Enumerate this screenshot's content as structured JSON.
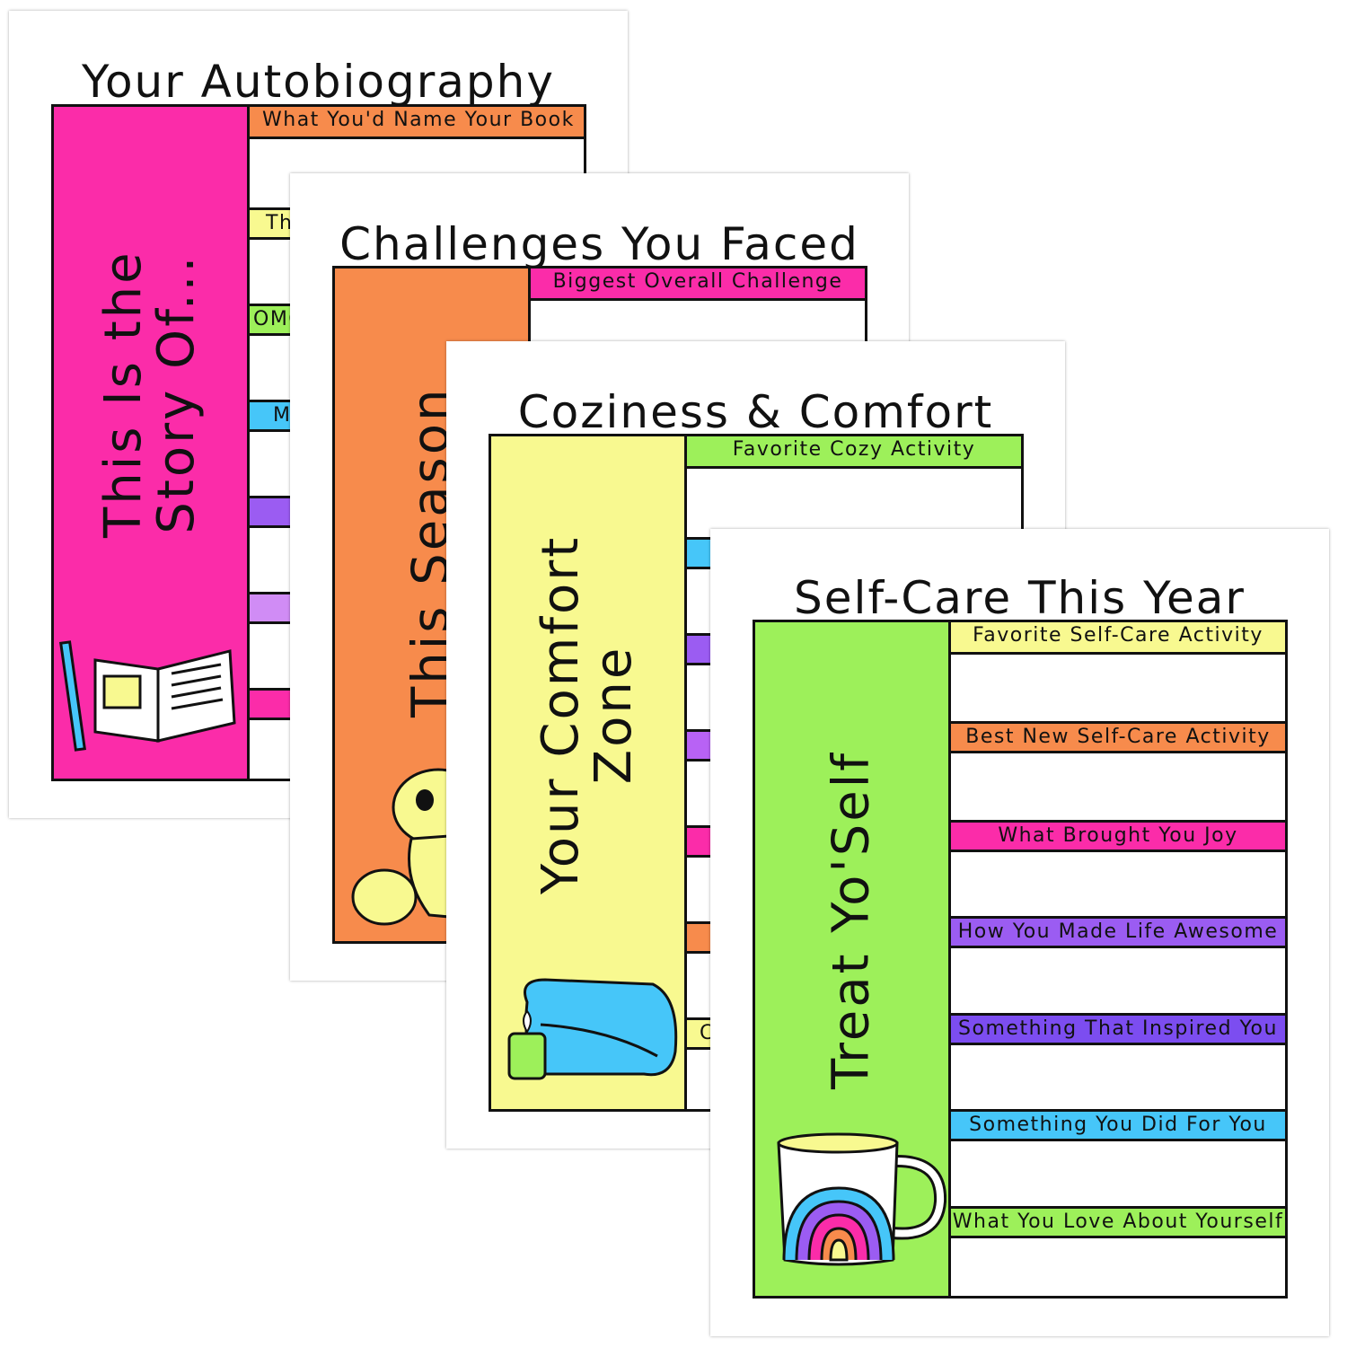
{
  "colors": {
    "pink": "#fb2ca9",
    "orange": "#f78b4c",
    "yellow": "#f8f990",
    "green": "#9df05a",
    "blue": "#46c6f9",
    "violet": "#9b5cf2",
    "lavender": "#d08cf5",
    "purple": "#7c4df0"
  },
  "pages": [
    {
      "title": "Your Autobiography",
      "side_text": [
        "This Is the",
        "Story Of..."
      ],
      "side_color": "#fb2ca9",
      "illustration": "book-pencil-icon",
      "bands": [
        {
          "label": "What You'd Name Your Book",
          "color": "#f78b4c"
        },
        {
          "label": "Th",
          "color": "#f8f990"
        },
        {
          "label": "OMG",
          "color": "#9df05a"
        },
        {
          "label": "M",
          "color": "#46c6f9"
        },
        {
          "label": "",
          "color": "#9b5cf2"
        },
        {
          "label": "",
          "color": "#d08cf5"
        },
        {
          "label": "",
          "color": "#fb2ca9"
        }
      ]
    },
    {
      "title": "Challenges You Faced",
      "side_text": [
        "This Season"
      ],
      "side_color": "#f78b4c",
      "illustration": "duck-icon",
      "bands": [
        {
          "label": "Biggest Overall Challenge",
          "color": "#fb2ca9"
        }
      ]
    },
    {
      "title": "Coziness & Comfort",
      "side_text": [
        "Your Comfort",
        "Zone"
      ],
      "side_color": "#f8f990",
      "illustration": "blanket-candle-icon",
      "bands": [
        {
          "label": "Favorite Cozy Activity",
          "color": "#9df05a"
        },
        {
          "label": "",
          "color": "#46c6f9"
        },
        {
          "label": "",
          "color": "#9b5cf2"
        },
        {
          "label": "",
          "color": "#b862f5"
        },
        {
          "label": "",
          "color": "#fb2ca9"
        },
        {
          "label": "",
          "color": "#f78b4c"
        },
        {
          "label": "C",
          "color": "#f8f990"
        }
      ]
    },
    {
      "title": "Self-Care This Year",
      "side_text": [
        "Treat Yo'Self"
      ],
      "side_color": "#9df05a",
      "illustration": "rainbow-mug-icon",
      "bands": [
        {
          "label": "Favorite Self-Care Activity",
          "color": "#f8f990"
        },
        {
          "label": "Best New Self-Care Activity",
          "color": "#f78b4c"
        },
        {
          "label": "What Brought You Joy",
          "color": "#fb2ca9"
        },
        {
          "label": "How You Made Life Awesome",
          "color": "#9b5cf2"
        },
        {
          "label": "Something That Inspired You",
          "color": "#7c4df0"
        },
        {
          "label": "Something You Did For You",
          "color": "#46c6f9"
        },
        {
          "label": "What You Love About Yourself",
          "color": "#9df05a"
        }
      ]
    }
  ]
}
